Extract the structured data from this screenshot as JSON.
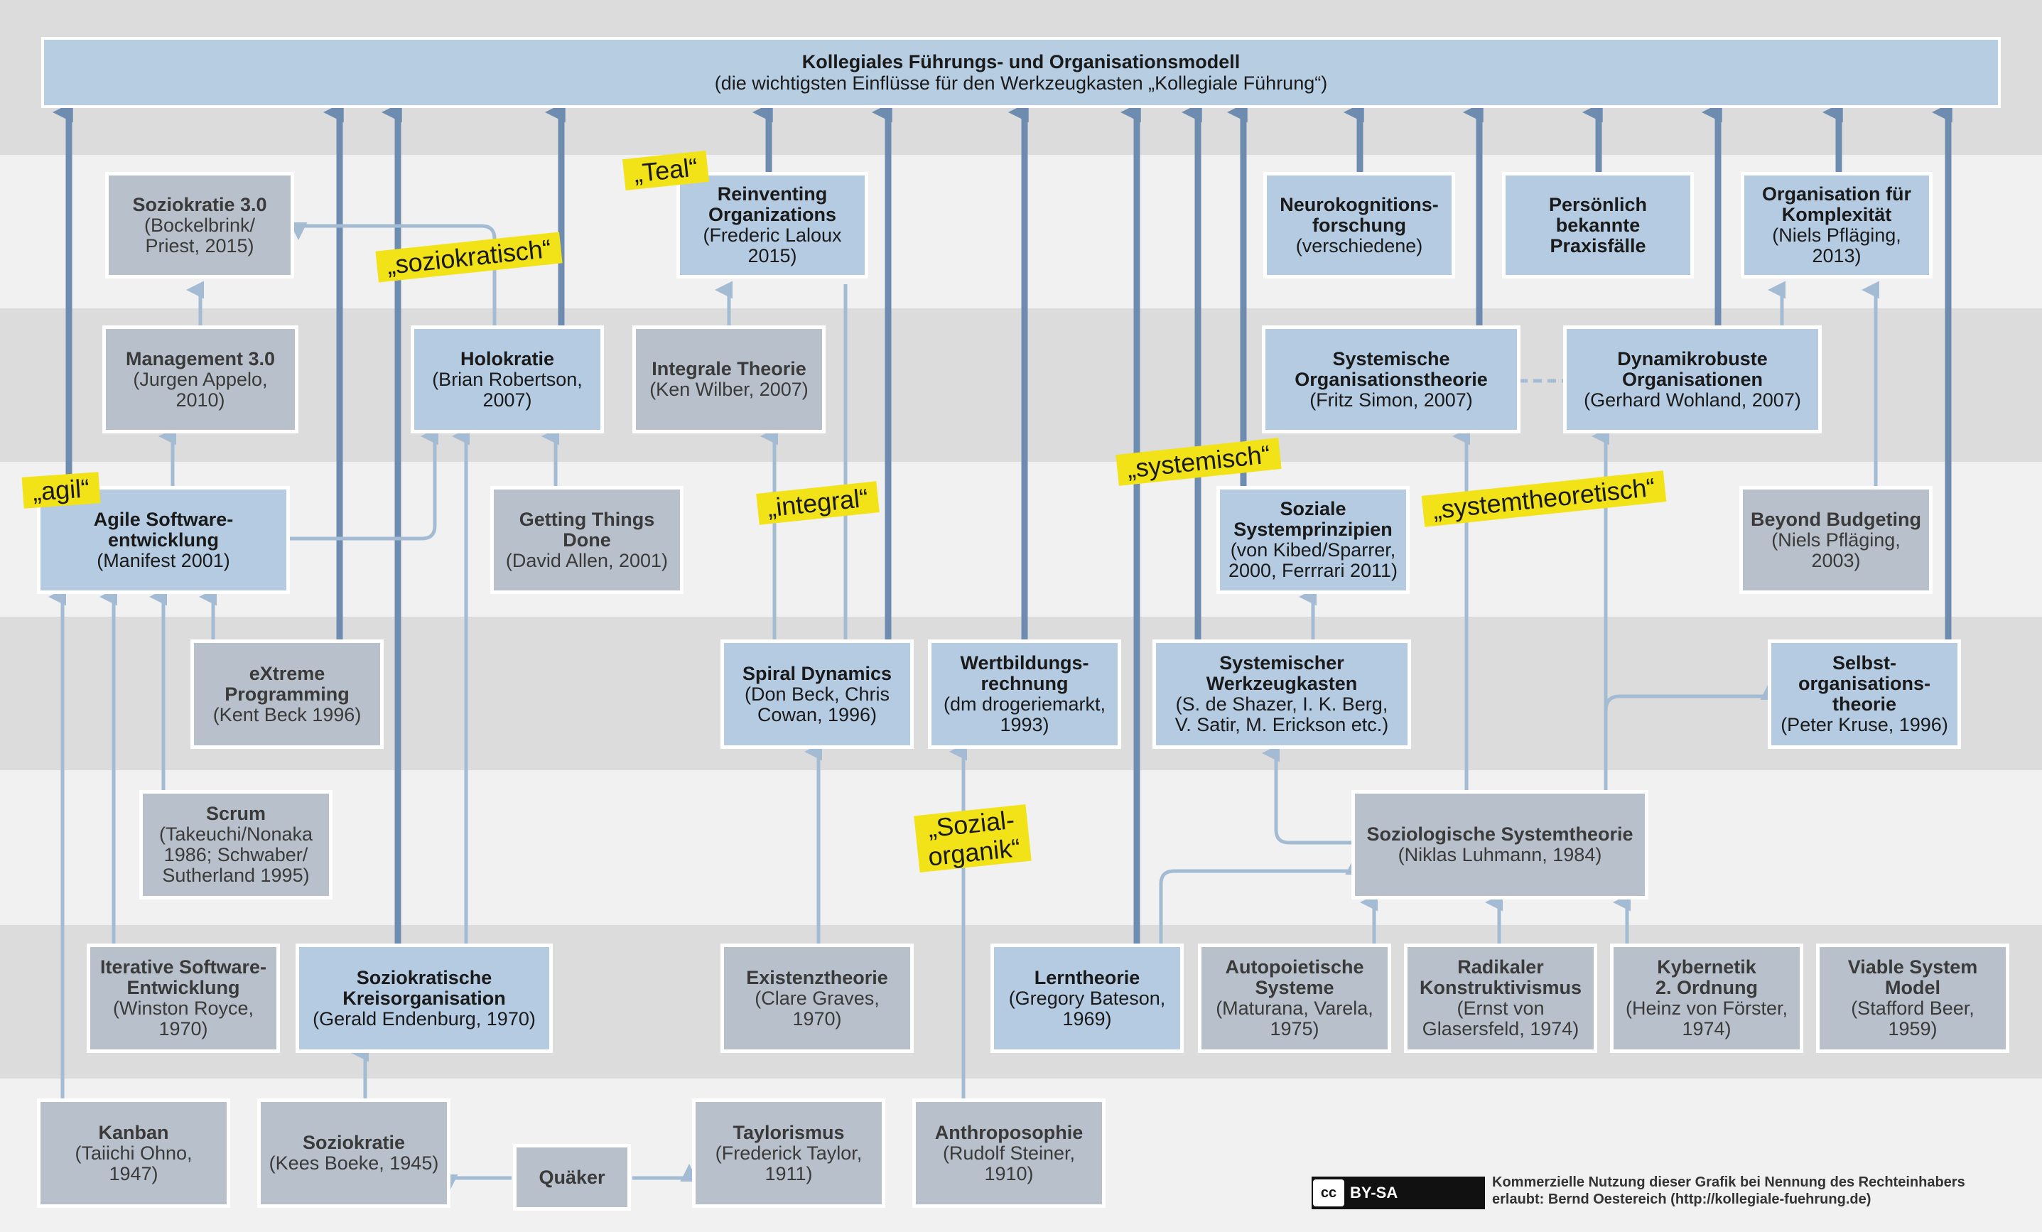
{
  "header": {
    "title": "Kollegiales Führungs- und Organisationsmodell",
    "subtitle": "(die wichtigsten Einflüsse für den Werkzeugkasten „Kollegiale Führung“)"
  },
  "nodes": [
    {
      "id": "soziokratie30",
      "style": "grey",
      "title": "Soziokratie 3.0",
      "body": [
        "(Bockelbrink/",
        "Priest, 2015)"
      ]
    },
    {
      "id": "management30",
      "style": "grey",
      "title": "Management 3.0",
      "body": [
        "(Jurgen Appelo,",
        "2010)"
      ]
    },
    {
      "id": "agile",
      "style": "blue",
      "title": "Agile Software-\nentwicklung",
      "body": [
        "(Manifest 2001)"
      ]
    },
    {
      "id": "xp",
      "style": "grey",
      "title": "eXtreme\nProgramming",
      "body": [
        "(Kent Beck 1996)"
      ]
    },
    {
      "id": "scrum",
      "style": "grey",
      "title": "Scrum",
      "body": [
        "(Takeuchi/Nonaka",
        "1986; Schwaber/",
        "Sutherland 1995)"
      ]
    },
    {
      "id": "iterative",
      "style": "grey",
      "title": "Iterative Software-\nEntwicklung",
      "body": [
        "(Winston Royce,",
        "1970)"
      ]
    },
    {
      "id": "kanban",
      "style": "grey",
      "title": "Kanban",
      "body": [
        "(Taiichi Ohno,",
        "1947)"
      ]
    },
    {
      "id": "soziokratie",
      "style": "grey",
      "title": "Soziokratie",
      "body": [
        "(Kees Boeke, 1945)"
      ]
    },
    {
      "id": "quaeker",
      "style": "grey",
      "title": "Quäker",
      "body": []
    },
    {
      "id": "holokratie",
      "style": "blue",
      "title": "Holokratie",
      "body": [
        "(Brian Robertson,",
        "2007)"
      ]
    },
    {
      "id": "gtd",
      "style": "grey",
      "title": "Getting Things\nDone",
      "body": [
        "(David Allen, 2001)"
      ]
    },
    {
      "id": "kreisorg",
      "style": "blue",
      "title": "Soziokratische\nKreisorganisation",
      "body": [
        "(Gerald Endenburg, 1970)"
      ]
    },
    {
      "id": "reinventing",
      "style": "blue",
      "title": "Reinventing\nOrganizations",
      "body": [
        "(Frederic Laloux",
        "2015)"
      ]
    },
    {
      "id": "integrale",
      "style": "grey",
      "title": "Integrale Theorie",
      "body": [
        "(Ken Wilber, 2007)"
      ]
    },
    {
      "id": "spiral",
      "style": "blue",
      "title": "Spiral Dynamics",
      "body": [
        "(Don Beck, Chris",
        "Cowan, 1996)"
      ]
    },
    {
      "id": "existenz",
      "style": "grey",
      "title": "Existenztheorie",
      "body": [
        "(Clare Graves, 1970)"
      ]
    },
    {
      "id": "taylor",
      "style": "grey",
      "title": "Taylorismus",
      "body": [
        "(Frederick Taylor,",
        "1911)"
      ]
    },
    {
      "id": "wertbildung",
      "style": "blue",
      "title": "Wertbildungs-\nrechnung",
      "body": [
        "(dm drogeriemarkt,",
        "1993)"
      ]
    },
    {
      "id": "anthropo",
      "style": "grey",
      "title": "Anthroposophie",
      "body": [
        "(Rudolf Steiner,",
        "1910)"
      ]
    },
    {
      "id": "lerntheorie",
      "style": "blue",
      "title": "Lerntheorie",
      "body": [
        "(Gregory Bateson,",
        "1969)"
      ]
    },
    {
      "id": "neuro",
      "style": "blue",
      "title": "Neurokognitions-\nforschung",
      "body": [
        "(verschiedene)"
      ]
    },
    {
      "id": "systheorie",
      "style": "blue",
      "title": "Systemische\nOrganisationstheorie",
      "body": [
        "(Fritz Simon, 2007)"
      ]
    },
    {
      "id": "sozsys",
      "style": "blue",
      "title": "Soziale\nSystemprinzipien",
      "body": [
        "(von Kibed/Sparrer,",
        "2000, Ferrrari 2011)"
      ]
    },
    {
      "id": "syswerk",
      "style": "blue",
      "title": "Systemischer\nWerkzeugkasten",
      "body": [
        "(S. de Shazer, I. K. Berg,",
        "V. Satir, M. Erickson etc.)"
      ]
    },
    {
      "id": "luhmann",
      "style": "grey",
      "title": "Soziologische Systemtheorie",
      "body": [
        "(Niklas Luhmann, 1984)"
      ]
    },
    {
      "id": "autopoiesis",
      "style": "grey",
      "title": "Autopoietische\nSysteme",
      "body": [
        "(Maturana, Varela,",
        "1975)"
      ]
    },
    {
      "id": "radikal",
      "style": "grey",
      "title": "Radikaler\nKonstruktivismus",
      "body": [
        "(Ernst von",
        "Glasersfeld, 1974)"
      ]
    },
    {
      "id": "praxis",
      "style": "blue",
      "title": "Persönlich\nbekannte\nPraxisfälle",
      "body": []
    },
    {
      "id": "dynamik",
      "style": "blue",
      "title": "Dynamikrobuste\nOrganisationen",
      "body": [
        "(Gerhard Wohland, 2007)"
      ]
    },
    {
      "id": "kybernetik",
      "style": "grey",
      "title": "Kybernetik\n2. Ordnung",
      "body": [
        "(Heinz von Förster,",
        "1974)"
      ]
    },
    {
      "id": "komplex",
      "style": "blue",
      "title": "Organisation für\nKomplexität",
      "body": [
        "(Niels Pfläging,",
        "2013)"
      ]
    },
    {
      "id": "beyond",
      "style": "grey",
      "title": "Beyond Budgeting",
      "body": [
        "(Niels Pfläging,",
        "2003)"
      ]
    },
    {
      "id": "selbstorg",
      "style": "blue",
      "title": "Selbst-\norganisations-\ntheorie",
      "body": [
        "(Peter Kruse, 1996)"
      ]
    },
    {
      "id": "viable",
      "style": "grey",
      "title": "Viable System\nModel",
      "body": [
        "(Stafford Beer,",
        "1959)"
      ]
    }
  ],
  "tags": [
    {
      "id": "agil",
      "text": "„agil“"
    },
    {
      "id": "soziokratisch",
      "text": "„soziokratisch“"
    },
    {
      "id": "teal",
      "text": "„Teal“"
    },
    {
      "id": "integral",
      "text": "„integral“"
    },
    {
      "id": "sozialorganik",
      "text": "„Sozial-\norganik“"
    },
    {
      "id": "systemisch",
      "text": "„systemisch“"
    },
    {
      "id": "systemtheoretisch",
      "text": "„systemtheoretisch“"
    }
  ],
  "license": {
    "badge": "BY-SA",
    "cc_symbol": "cc",
    "credit_line1": "Kommerzielle Nutzung dieser Grafik bei Nennung des Rechteinhabers",
    "credit_line2": "erlaubt: Bernd Oestereich (http://kollegiale-fuehrung.de)"
  },
  "colors": {
    "thick_arrow": "#6e8cb0",
    "thin_arrow": "#a3bbd3",
    "node_blue": "#b4cbe2",
    "node_grey": "#b8c1cb",
    "tag_yellow": "#f2e318"
  }
}
